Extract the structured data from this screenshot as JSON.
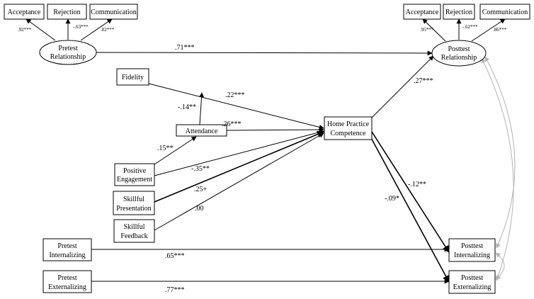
{
  "nodes": {
    "pre_acceptance": "Acceptance",
    "pre_rejection": "Rejection",
    "pre_communication": "Communication",
    "pre_relationship": [
      "Pretest",
      "Relationship"
    ],
    "post_acceptance": "Acceptance",
    "post_rejection": "Rejection",
    "post_communication": "Communication",
    "post_relationship": [
      "Posttest",
      "Relationship"
    ],
    "fidelity": "Fidelity",
    "attendance": "Attendance",
    "positive_engagement": [
      "Positive",
      "Engagement"
    ],
    "skillful_presentation": [
      "Skillful",
      "Presentation"
    ],
    "skillful_feedback": [
      "Skillful",
      "Feedback"
    ],
    "home_practice": [
      "Home Practice",
      "Competence"
    ],
    "pre_internalizing": [
      "Pretest",
      "Internalizing"
    ],
    "pre_externalizing": [
      "Pretest",
      "Externalizing"
    ],
    "post_internalizing": [
      "Posttest",
      "Internalizing"
    ],
    "post_externalizing": [
      "Posttest",
      "Externalizing"
    ]
  },
  "coefficients": {
    "pre_acceptance": ".92***",
    "pre_rejection": "-.63***",
    "pre_communication": ".82***",
    "post_acceptance": ".95***",
    "post_rejection": "-.62***",
    "post_communication": ".86***",
    "relationship_stability": ".71***",
    "fidelity_to_hpc": ".22***",
    "attendance_to_fidelity_path": "-.14**",
    "attendance_to_hpc": ".26***",
    "engagement_to_attendance": ".15**",
    "engagement_to_hpc": "-.35**",
    "presentation_to_hpc": ".25+",
    "feedback_to_hpc": ".00",
    "hpc_to_post_relationship": ".27***",
    "hpc_to_post_internalizing": "-.12**",
    "hpc_to_post_externalizing": "-.09*",
    "internalizing_stability": ".65***",
    "externalizing_stability": ".77***"
  },
  "colors": {
    "line": "#000000",
    "covariance": "#b3b3b3"
  }
}
